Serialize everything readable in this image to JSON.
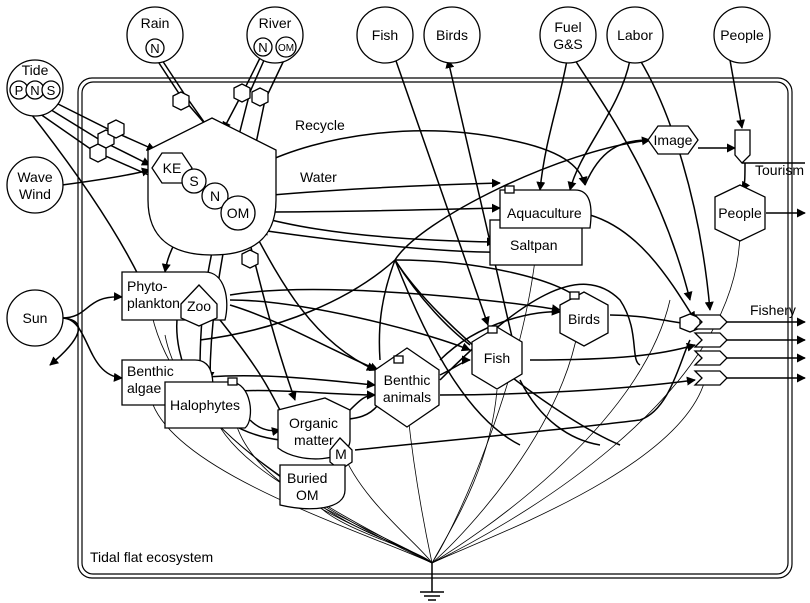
{
  "boundary_label": "Tidal flat ecosystem",
  "sources": {
    "rain": "Rain",
    "rain_n": "N",
    "river": "River",
    "river_n": "N",
    "river_om": "OM",
    "tide": "Tide",
    "tide_p": "P",
    "tide_n": "N",
    "tide_s": "S",
    "wave_wind": [
      "Wave",
      "Wind"
    ],
    "sun": "Sun",
    "fish_in": "Fish",
    "birds_in": "Birds",
    "fuel_gs": [
      "Fuel",
      "G&S"
    ],
    "labor": "Labor",
    "people_in": "People"
  },
  "components": {
    "recycle": "Recycle",
    "water": "Water",
    "ke": "KE",
    "s": "S",
    "n": "N",
    "om": "OM",
    "image": "Image",
    "tourism": "Tourism",
    "people": "People",
    "aquaculture": "Aquaculture",
    "saltpan": "Saltpan",
    "phytoplankton": [
      "Phyto-",
      "plankton"
    ],
    "zoo": "Zoo",
    "benthic_algae": [
      "Benthic",
      "algae"
    ],
    "halophytes": "Halophytes",
    "organic_matter": [
      "Organic",
      "matter"
    ],
    "m": "M",
    "buried_om": [
      "Buried",
      "OM"
    ],
    "benthic_animals": [
      "Benthic",
      "animals"
    ],
    "fish": "Fish",
    "birds": "Birds",
    "fishery": "Fishery"
  }
}
